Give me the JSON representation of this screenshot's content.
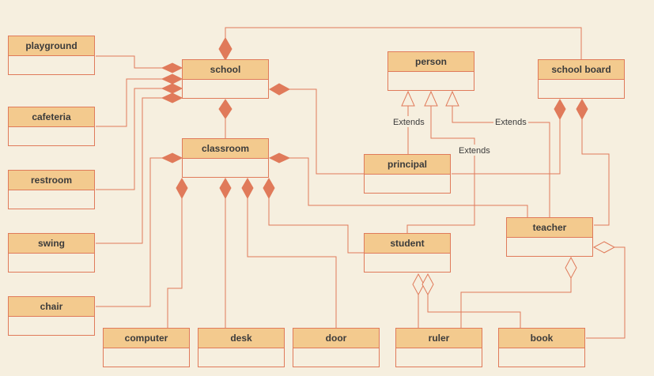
{
  "classes": {
    "playground": "playground",
    "cafeteria": "cafeteria",
    "restroom": "restroom",
    "swing": "swing",
    "chair": "chair",
    "school": "school",
    "classroom": "classroom",
    "person": "person",
    "principal": "principal",
    "student": "student",
    "school_board": "school board",
    "teacher": "teacher",
    "computer": "computer",
    "desk": "desk",
    "door": "door",
    "ruler": "ruler",
    "book": "book"
  },
  "labels": {
    "extends_principal": "Extends",
    "extends_teacher": "Extends",
    "extends_student": "Extends"
  },
  "colors": {
    "line": "#e07a5a",
    "header": "#f3ca8e",
    "background": "#f6efdf"
  }
}
